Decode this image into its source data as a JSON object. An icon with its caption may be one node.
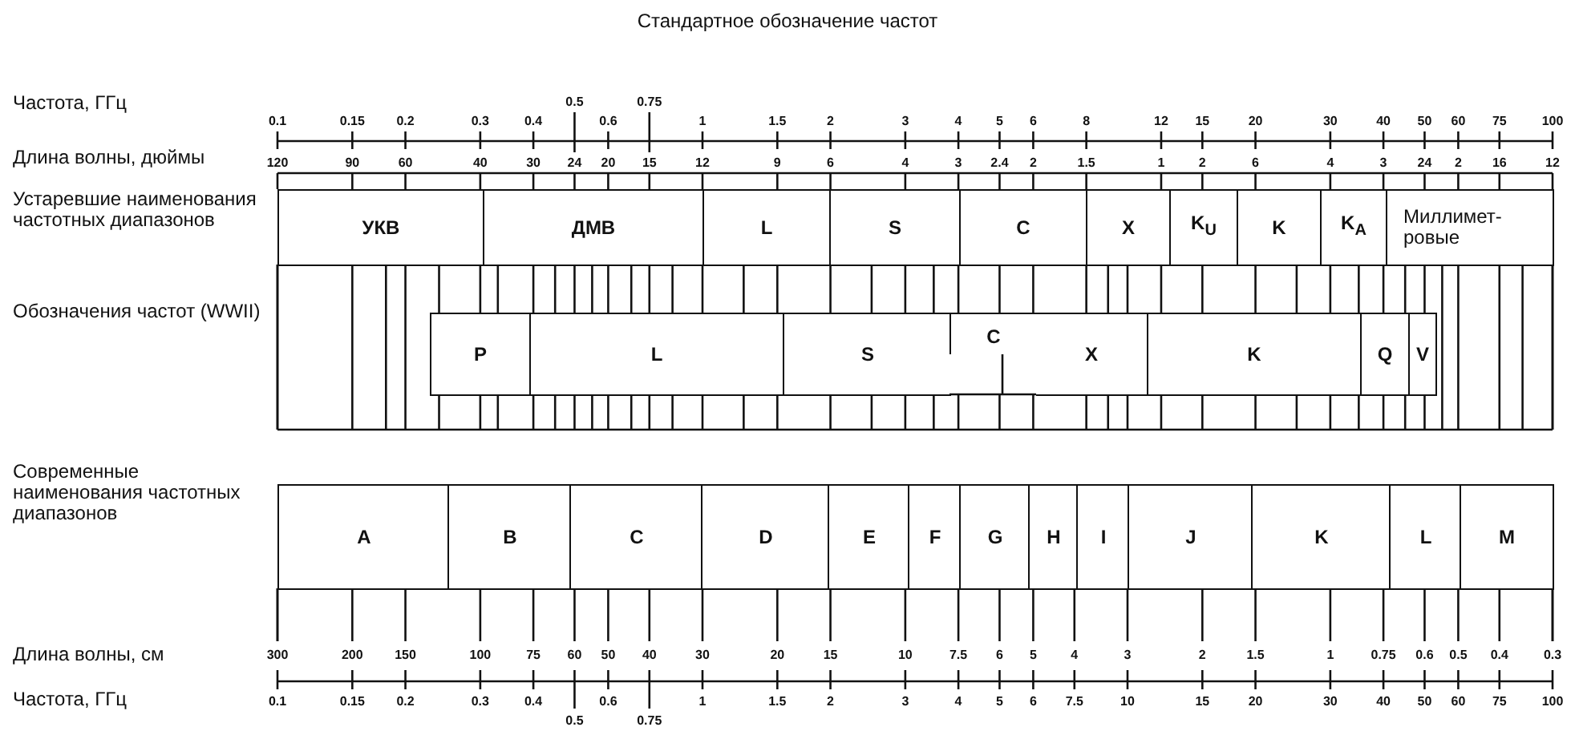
{
  "diagram": {
    "title": "Стандартное обозначение частот",
    "nodes": [
      {
        "text": [
          "УКВ"
        ]
      },
      {
        "text": [
          "ДМВ"
        ]
      },
      {
        "text": [
          "L"
        ]
      },
      {
        "text": [
          "S"
        ]
      },
      {
        "text": [
          "C"
        ]
      },
      {
        "text": [
          "X"
        ]
      },
      {
        "text": [
          "K$_{U}$"
        ]
      },
      {
        "text": [
          "K"
        ]
      },
      {
        "text": [
          "K$_{A}$"
        ]
      },
      {
        "text": [
          "Миллимет-ровые"
        ]
      },
      {
        "text": [
          "P"
        ]
      },
      {
        "text": [
          "L"
        ]
      },
      {
        "text": [
          "S"
        ]
      },
      {
        "text": [
          "C"
        ]
      },
      {
        "text": [
          "X"
        ]
      },
      {
        "text": [
          "K"
        ]
      },
      {
        "text": [
          "Q"
        ]
      },
      {
        "text": [
          "V"
        ]
      },
      {
        "text": [
          "A"
        ]
      },
      {
        "text": [
          "B"
        ]
      },
      {
        "text": [
          "C"
        ]
      },
      {
        "text": [
          "D"
        ]
      },
      {
        "text": [
          "E"
        ]
      },
      {
        "text": [
          "F"
        ]
      },
      {
        "text": [
          "G"
        ]
      },
      {
        "text": [
          "H"
        ]
      },
      {
        "text": [
          "I"
        ]
      },
      {
        "text": [
          "J"
        ]
      },
      {
        "text": [
          "K"
        ]
      },
      {
        "text": [
          "L"
        ]
      },
      {
        "text": [
          "M"
        ]
      }
    ],
    "labels": [
      "Частота, ГГц",
      "0.1",
      "0.15",
      "0.2",
      "0.3",
      "0.4",
      "0.5",
      "0.6",
      "0.75",
      "1",
      "1.5",
      "2",
      "3",
      "4",
      "5",
      "6",
      "8",
      "12",
      "15",
      "20",
      "30",
      "40",
      "50",
      "60",
      "75",
      "100",
      "Длина волны, дюймы",
      "120",
      "90",
      "60",
      "40",
      "30",
      "24",
      "20",
      "15",
      "12",
      "9",
      "6",
      "4",
      "3",
      "2.4",
      "2",
      "1.5",
      "1",
      "2",
      "6",
      "4",
      "3",
      "24",
      "2",
      "16",
      "12",
      "Устаревшие наименования частотных диапазонов",
      "Обозначения частот (WWII)",
      "Современные наименования частотных диапазонов",
      "Длина волны, см",
      "300",
      "200",
      "150",
      "100",
      "75",
      "60",
      "50",
      "40",
      "30",
      "20",
      "15",
      "10",
      "7.5",
      "6",
      "5",
      "4",
      "3",
      "2",
      "1.5",
      "1",
      "0.75",
      "0.6",
      "0.5",
      "0.4",
      "0.3",
      "Частота, ГГц",
      "0.1",
      "0.15",
      "0.2",
      "0.3",
      "0.4",
      "0.5",
      "0.6",
      "0.75",
      "1",
      "1.5",
      "2",
      "3",
      "4",
      "5",
      "6",
      "7.5",
      "10",
      "15",
      "20",
      "30",
      "40",
      "50",
      "60",
      "75",
      "100"
    ]
  }
}
